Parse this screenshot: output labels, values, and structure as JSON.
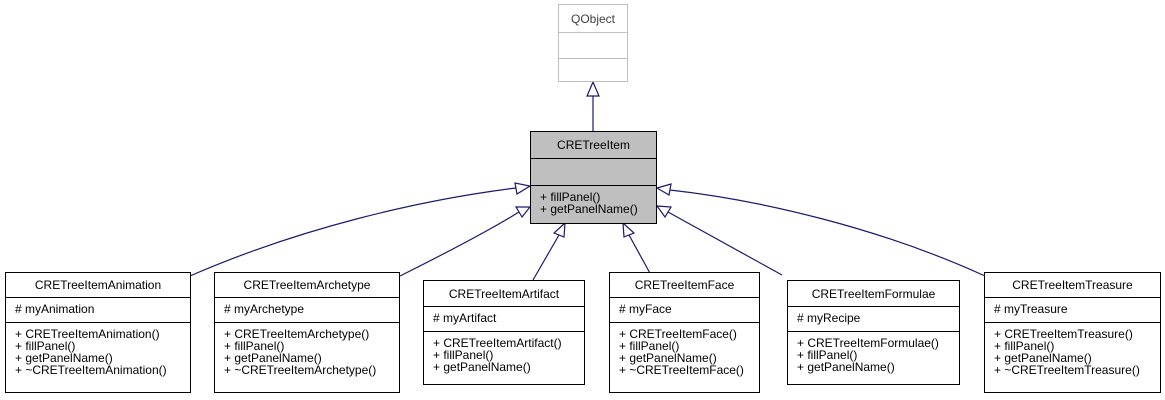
{
  "diagram": {
    "colors": {
      "edge": "#191970",
      "focus_fill": "#bfbfbf",
      "external_border": "#bfbfbf"
    },
    "qobject": {
      "name": "QObject",
      "attributes": [],
      "methods": []
    },
    "base": {
      "name": "CRETreeItem",
      "attributes": [],
      "methods": [
        "+ fillPanel()",
        "+ getPanelName()"
      ]
    },
    "children": [
      {
        "name": "CRETreeItemAnimation",
        "attributes": [
          "# myAnimation"
        ],
        "methods": [
          "+ CRETreeItemAnimation()",
          "+ fillPanel()",
          "+ getPanelName()",
          "+ ~CRETreeItemAnimation()"
        ]
      },
      {
        "name": "CRETreeItemArchetype",
        "attributes": [
          "# myArchetype"
        ],
        "methods": [
          "+ CRETreeItemArchetype()",
          "+ fillPanel()",
          "+ getPanelName()",
          "+ ~CRETreeItemArchetype()"
        ]
      },
      {
        "name": "CRETreeItemArtifact",
        "attributes": [
          "# myArtifact"
        ],
        "methods": [
          "+ CRETreeItemArtifact()",
          "+ fillPanel()",
          "+ getPanelName()"
        ]
      },
      {
        "name": "CRETreeItemFace",
        "attributes": [
          "# myFace"
        ],
        "methods": [
          "+ CRETreeItemFace()",
          "+ fillPanel()",
          "+ getPanelName()",
          "+ ~CRETreeItemFace()"
        ]
      },
      {
        "name": "CRETreeItemFormulae",
        "attributes": [
          "# myRecipe"
        ],
        "methods": [
          "+ CRETreeItemFormulae()",
          "+ fillPanel()",
          "+ getPanelName()"
        ]
      },
      {
        "name": "CRETreeItemTreasure",
        "attributes": [
          "# myTreasure"
        ],
        "methods": [
          "+ CRETreeItemTreasure()",
          "+ fillPanel()",
          "+ getPanelName()",
          "+ ~CRETreeItemTreasure()"
        ]
      }
    ]
  }
}
